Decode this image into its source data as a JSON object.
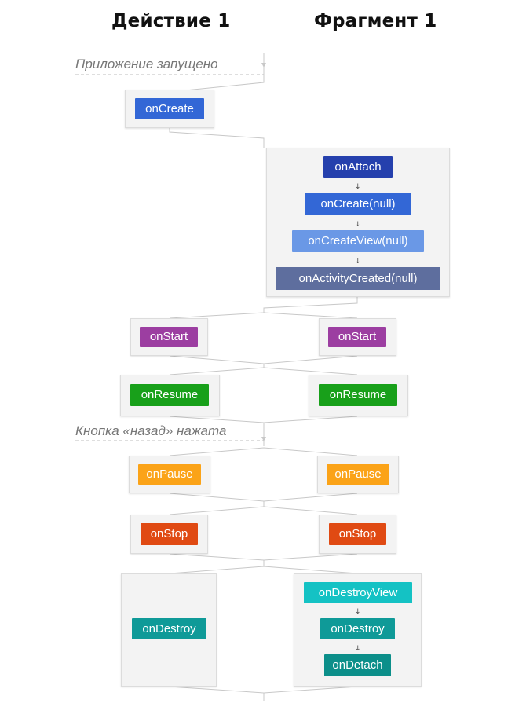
{
  "headers": {
    "activity": "Действие 1",
    "fragment": "Фрагмент 1"
  },
  "events": {
    "app_started": "Приложение запущено",
    "back_pressed": "Кнопка «назад» нажата"
  },
  "colors": {
    "oncreate": "#3367d6",
    "onattach": "#2540ad",
    "oncreate_null": "#3367d6",
    "oncreateview": "#6a98e6",
    "onactivitycreated": "#5e6e9e",
    "onstart": "#9c3ea1",
    "onresume": "#18a01a",
    "onpause": "#fba318",
    "onstop": "#e04a13",
    "ondestroyview": "#14c2c4",
    "ondestroy": "#0f9a98",
    "ondetach": "#0c8f8a"
  },
  "activity": {
    "oncreate": "onCreate",
    "onstart": "onStart",
    "onresume": "onResume",
    "onpause": "onPause",
    "onstop": "onStop",
    "ondestroy": "onDestroy"
  },
  "fragment": {
    "onattach": "onAttach",
    "oncreate": "onCreate(null)",
    "oncreateview": "onCreateView(null)",
    "onactivitycreated": "onActivityCreated(null)",
    "onstart": "onStart",
    "onresume": "onResume",
    "onpause": "onPause",
    "onstop": "onStop",
    "ondestroyview": "onDestroyView",
    "ondestroy": "onDestroy",
    "ondetach": "onDetach"
  },
  "arrow_glyph": "↓"
}
